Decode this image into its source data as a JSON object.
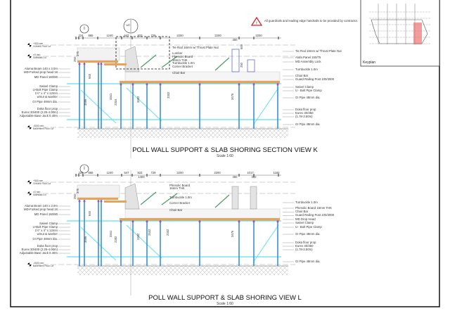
{
  "note": "All guardrails and leading edge handrails to be provided by contractor.",
  "keyplan_label": "Keyplan",
  "colors": {
    "beam": "#e8a25a",
    "prop": "#3a8fd6",
    "tie": "#5fe0ea",
    "keyplan_highlight": "#e86a6a",
    "warning": "#d9232d"
  },
  "levels": [
    "+500 mm",
    "Ground Floor Lvl",
    "±0 mm",
    "Sidewalk Lvl",
    "-4000 mm",
    "Basement Floor Lvl"
  ],
  "grid_bubbles": [
    "I",
    "1/E"
  ],
  "view_k": {
    "title": "POLL WALL SUPPORT & SLAB SHORING SECTION VIEW K",
    "scale": "Scale 1:60",
    "dims": [
      "224",
      "865",
      "1240",
      "647",
      "823",
      "729",
      "2200",
      "2200",
      "350",
      "2200"
    ],
    "vdims": [
      "250",
      "375",
      "945",
      "3596",
      "3341",
      "2316",
      "3482",
      "2332",
      "600",
      "3476",
      "250"
    ],
    "left_labels": [
      "Aluma Beam 140 x 3.0m",
      "MD-Forked prop head 16",
      "MD Panel 160/80",
      "Swivel Clamp",
      "U-Bolt Pipe Clamp",
      "1½\" x 4\" x 12mm",
      "w/nut & washer",
      "GI Pipe 48mm dia.",
      "Doka floor prop",
      "Eurex 30/400 (2.25-4.00m)",
      "Adjustable Base Jack 0.40m"
    ],
    "mid_labels": [
      "Tie Rod 16mm w/ Thrust Plate Nut",
      "Lumber",
      "Phenolic Board",
      "16mm THK",
      "Turnbuckle 1.0m",
      "Corner Bracket",
      "Chair Bar"
    ],
    "right_labels": [
      "Tie Rod 16mm w/ Thrust Plate Nut",
      "Alufa Panel 150/75",
      "MD Assembly Lock",
      "Turnbuckle 1.0m",
      "Chair Bar",
      "Guard Railing Post 100/3000",
      "Swivel Clamp",
      "U - Bolt Pipe Clamp",
      "GI Pipe 48mm dia.",
      "Doka floor prop",
      "Eurex 30/350",
      "(1.78-3.50m)",
      "GI Pipe 48mm dia."
    ]
  },
  "view_l": {
    "title": "POLL WALL SUPPORT & SLAB SHORING VIEW L",
    "scale": "Scale 1:60",
    "dims": [
      "224",
      "865",
      "1240",
      "647",
      "823",
      "729",
      "2200",
      "2200",
      "1017",
      "1183",
      "1400",
      "350",
      "350"
    ],
    "vdims": [
      "250",
      "375",
      "945",
      "3596",
      "3341",
      "2282",
      "2482",
      "2532",
      "2332",
      "3476"
    ],
    "left_labels": [
      "Aluma Beam 140 x 3.0m",
      "MD-Forked prop head 16",
      "MD Panel 160/80",
      "Swivel Clamp",
      "U-Bolt Pipe Clamp",
      "1½\" x 4\" x 12mm",
      "w/nut & washer",
      "GI Pipe 48mm dia.",
      "Doka floor prop",
      "Eurex 30/400 (2.25-4.00m)",
      "Adjustable Base Jack 0.40m"
    ],
    "mid_labels": [
      "Phenolic Board",
      "16mm THK",
      "Turnbuckle 1.0m",
      "Corner Bracket",
      "Chair Bar"
    ],
    "right_labels": [
      "Turnbuckle 1.0m",
      "Phenolic Board 16mm THK",
      "Chair Bar",
      "Guard Railing Post 100/3000",
      "MD Drop Head",
      "Swivel  Clamp",
      "U - Bolt Pipe Clamp",
      "GI Pipe 48mm dia.",
      "Doka floor prop",
      "Eurex 30/350",
      "(1.78-3.50m)",
      "GI Pipe 48mm dia."
    ]
  }
}
